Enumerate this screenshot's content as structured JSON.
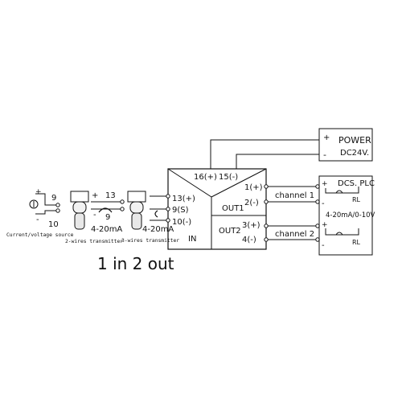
{
  "power": {
    "title": "POWER",
    "voltage": "DC24V.",
    "plus": "+",
    "minus": "-"
  },
  "converter": {
    "top_plus": "16(+)",
    "top_minus": "15(-)",
    "in_13": "13(+)",
    "in_9": "9(S)",
    "in_10": "10(-)",
    "in_label": "IN",
    "out1_label": "OUT1",
    "out2_label": "OUT2",
    "out_1": "1(+)",
    "out_2": "2(-)",
    "out_3": "3(+)",
    "out_4": "4(-)"
  },
  "channels": {
    "ch1": "channel 1",
    "ch2": "channel 2"
  },
  "plc": {
    "title": "DCS. PLC",
    "signal": "4-20mA/0-10V",
    "rl1": "RL",
    "rl2": "RL",
    "plus1": "+",
    "minus1": "-",
    "plus2": "+",
    "minus2": "-"
  },
  "inputs": {
    "source_plus": "+",
    "source_minus": "-",
    "source_9": "9",
    "source_10": "10",
    "source_label": "Current/voltage source",
    "two_wire_plus": "+",
    "two_wire_13": "13",
    "two_wire_minus": "-",
    "two_wire_9": "9",
    "two_wire_label": "2-wires transmitter",
    "three_wire_label": "3-wires transmitter",
    "current_label": "4-20mA"
  },
  "caption": "1 in 2 out",
  "colors": {
    "line": "#111111",
    "background": "#ffffff"
  }
}
